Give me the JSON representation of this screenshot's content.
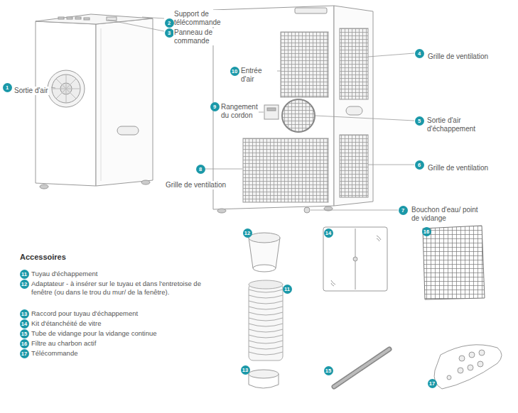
{
  "diagram": {
    "labels": [
      "1",
      "Sortie d'air",
      "Support de télécommande",
      "2",
      "3",
      "Panneau de commande",
      "4",
      "Grille de ventilation",
      "10",
      "Entrée d'air",
      "9",
      "Rangement du cordon",
      "5",
      "Sortie d'air d'échappement",
      "6",
      "Grille de ventilation",
      "8",
      "Grille de ventilation",
      "7",
      "Bouchon d'eau/ point de vidange",
      "Accessoires",
      "11",
      "Tuyau d'échappement",
      "12",
      "Adaptateur - à insérer sur le tuyau et dans l'entretoise de fenêtre (ou dans le trou du mur/ de la fenêtre).",
      "13",
      "Raccord pour tuyau d'échappement",
      "14",
      "Kit d'étanchéité de vitre",
      "15",
      "Tube de vidange pour la vidange continue",
      "16",
      "Filtre au charbon actif",
      "17",
      "Télécommande",
      "12",
      "11",
      "13",
      "14",
      "15",
      "16",
      "17"
    ]
  }
}
